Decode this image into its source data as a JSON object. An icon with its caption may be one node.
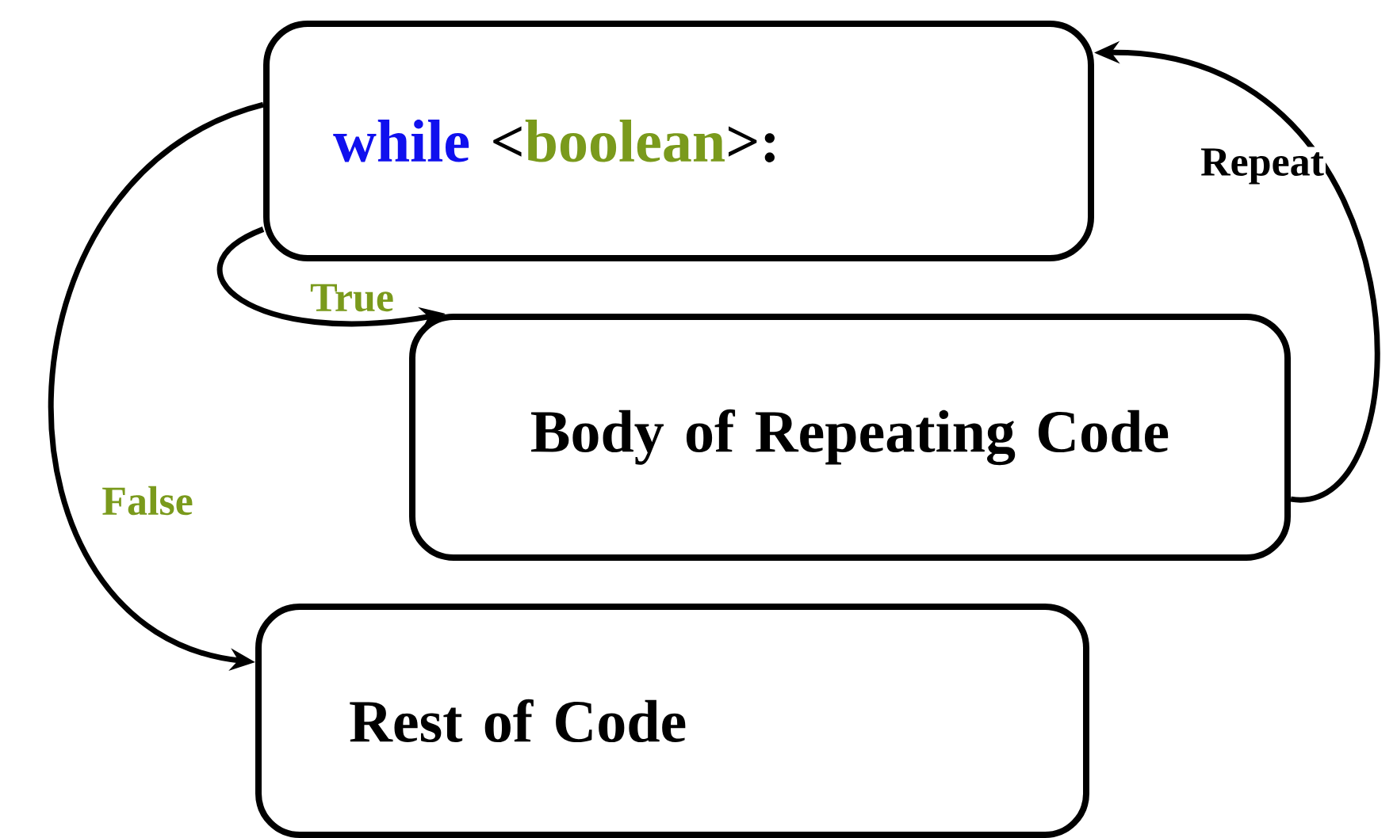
{
  "diagram": {
    "nodes": [
      {
        "text": [
          "while",
          "<",
          "boolean",
          ">:"
        ]
      },
      {
        "text": [
          "Body of Repeating Code"
        ]
      },
      {
        "text": [
          "Rest of Code"
        ]
      }
    ],
    "edges": [
      {
        "from": 0,
        "to": 1,
        "arrow": "to",
        "label": "True"
      },
      {
        "from": 0,
        "to": 2,
        "arrow": "to",
        "label": "False"
      },
      {
        "from": 1,
        "to": 0,
        "arrow": "to",
        "label": "Repeat"
      }
    ]
  }
}
